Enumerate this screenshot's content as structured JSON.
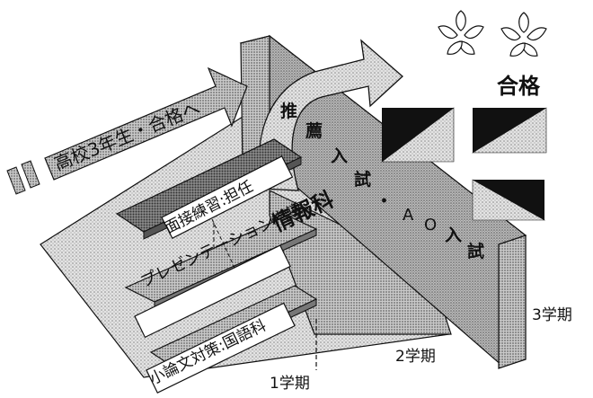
{
  "banner": {
    "text": "高校3年生・合格へ"
  },
  "goal": {
    "text": "合格"
  },
  "wall": {
    "chars": [
      "推",
      "薦",
      "入",
      "試",
      "・",
      "A",
      "O",
      "入",
      "試"
    ]
  },
  "steps": [
    {
      "label": "面接練習:担任"
    },
    {
      "label": "プレゼンテーション指導:",
      "subject": "情報科"
    },
    {
      "label": "小論文対策:国語科"
    }
  ],
  "terms": [
    "1学期",
    "2学期",
    "3学期"
  ],
  "colors": {
    "ink": "#111111",
    "screen_light": "#d2d2d2",
    "screen_mid": "#b4b4b4",
    "screen_dark": "#6e6e6e",
    "paper": "#ffffff"
  },
  "icons": [
    "flower-icon",
    "flower-icon"
  ]
}
